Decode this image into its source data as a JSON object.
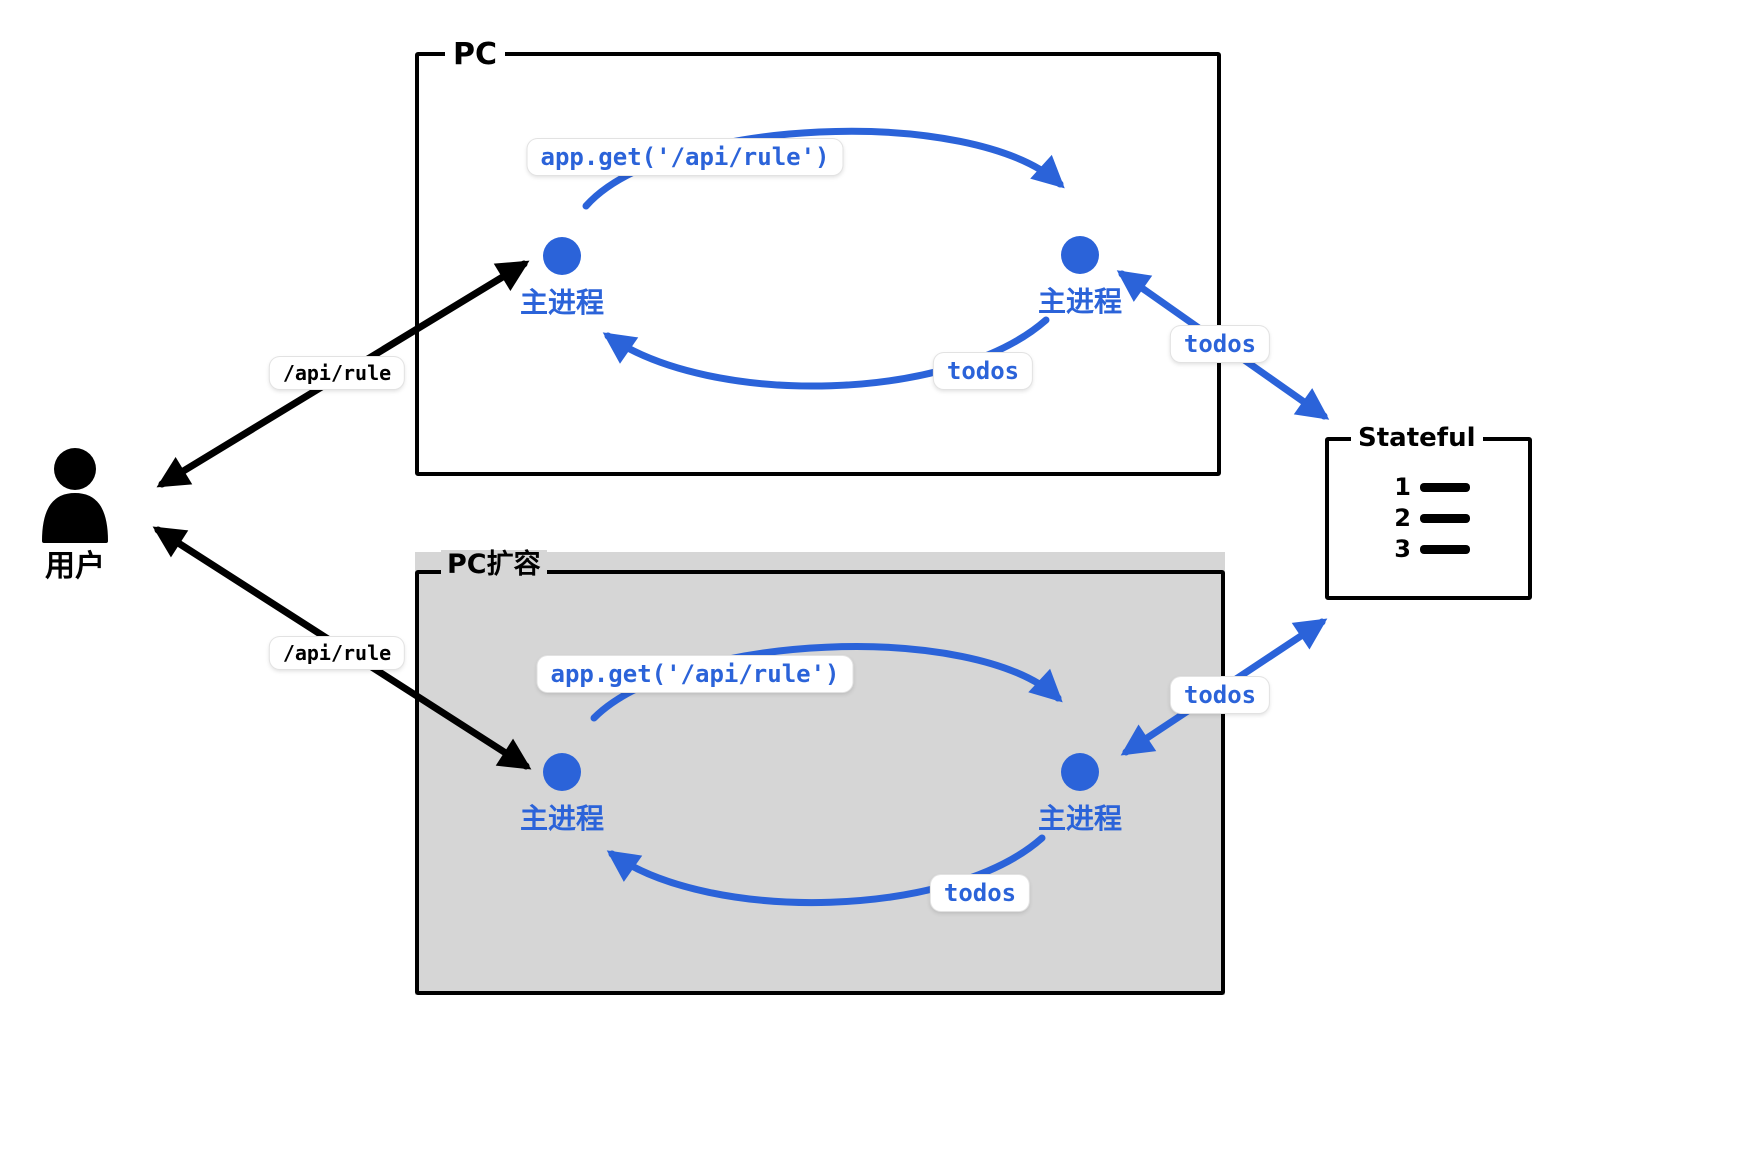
{
  "colors": {
    "accent_blue": "#2b63d9",
    "box_gray": "#d6d6d6",
    "black": "#000000"
  },
  "user": {
    "label": "用户"
  },
  "pc_box": {
    "title": "PC",
    "processes": [
      {
        "label": "主进程"
      },
      {
        "label": "主进程"
      }
    ],
    "arrow_top_label": "app.get('/api/rule')",
    "arrow_bottom_label": "todos"
  },
  "pc_ext_box": {
    "title": "PC扩容",
    "processes": [
      {
        "label": "主进程"
      },
      {
        "label": "主进程"
      }
    ],
    "arrow_top_label": "app.get('/api/rule')",
    "arrow_bottom_label": "todos"
  },
  "stateful": {
    "title": "Stateful",
    "list": [
      "1",
      "2",
      "3"
    ]
  },
  "edges": {
    "user_pc": "/api/rule",
    "user_pc_ext": "/api/rule",
    "pc_stateful": "todos",
    "pc_ext_stateful": "todos"
  }
}
